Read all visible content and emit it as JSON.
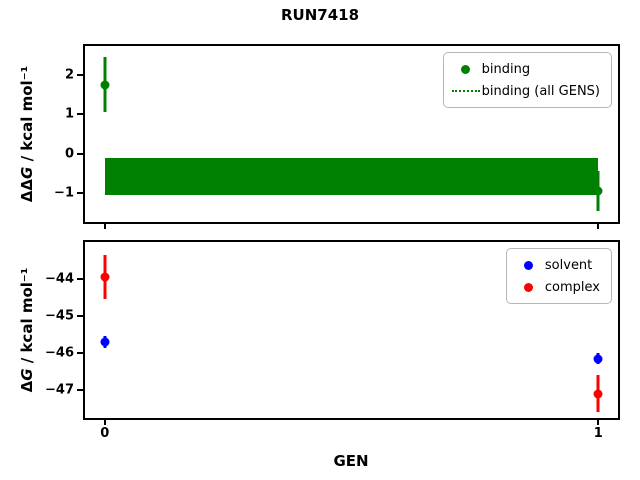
{
  "figure": {
    "title": "RUN7418",
    "background": "#ffffff",
    "axis_color": "#000000"
  },
  "labels": {
    "top_ylabel_prefix": "ΔΔ",
    "top_ylabel_var": "G",
    "top_ylabel_units": " / kcal mol⁻¹",
    "bottom_ylabel_prefix": "Δ",
    "bottom_ylabel_var": "G",
    "bottom_ylabel_units": " / kcal mol⁻¹",
    "xlabel": "GEN"
  },
  "chart_data": [
    {
      "type": "scatter",
      "subplot": "top",
      "ylabel": "ΔΔG / kcal mol⁻¹",
      "xlabel": "",
      "xlim": [
        -0.04,
        1.04
      ],
      "ylim": [
        -1.73,
        2.73
      ],
      "xticks": [
        0,
        1
      ],
      "xtick_labels": null,
      "yticks": [
        2,
        1,
        0,
        -1
      ],
      "ytick_labels": [
        "2",
        "1",
        "0",
        "−1"
      ],
      "grid": false,
      "series": [
        {
          "name": "binding",
          "color": "#008000",
          "marker": "circle",
          "x": [
            0,
            1
          ],
          "y": [
            1.75,
            -0.95
          ],
          "yerr": [
            0.7,
            0.5
          ]
        }
      ],
      "band": {
        "name": "binding (all GENS)",
        "color": "#008000",
        "line_style": "dotted",
        "x_range": [
          0,
          1
        ],
        "y_mean": -0.58,
        "y_top": -0.1,
        "y_bottom": -1.05
      },
      "legend": {
        "position": "upper right",
        "entries": [
          {
            "label": "binding",
            "marker": "dot",
            "color": "#008000"
          },
          {
            "label": "binding (all GENS)",
            "marker": "dotted-line",
            "color": "#008000"
          }
        ]
      }
    },
    {
      "type": "scatter",
      "subplot": "bottom",
      "ylabel": "ΔG / kcal mol⁻¹",
      "xlabel": "GEN",
      "xlim": [
        -0.04,
        1.04
      ],
      "ylim": [
        -47.75,
        -43.0
      ],
      "xticks": [
        0,
        1
      ],
      "xtick_labels": [
        "0",
        "1"
      ],
      "yticks": [
        -44,
        -45,
        -46,
        -47
      ],
      "ytick_labels": [
        "−44",
        "−45",
        "−46",
        "−47"
      ],
      "grid": false,
      "series": [
        {
          "name": "solvent",
          "color": "#0000ff",
          "marker": "circle",
          "x": [
            0,
            1
          ],
          "y": [
            -45.7,
            -46.15
          ],
          "yerr": [
            0.15,
            0.15
          ]
        },
        {
          "name": "complex",
          "color": "#ff0000",
          "marker": "circle",
          "x": [
            0,
            1
          ],
          "y": [
            -43.95,
            -47.1
          ],
          "yerr": [
            0.6,
            0.5
          ]
        }
      ],
      "legend": {
        "position": "upper right",
        "entries": [
          {
            "label": "solvent",
            "marker": "dot",
            "color": "#0000ff"
          },
          {
            "label": "complex",
            "marker": "dot",
            "color": "#ff0000"
          }
        ]
      }
    }
  ]
}
